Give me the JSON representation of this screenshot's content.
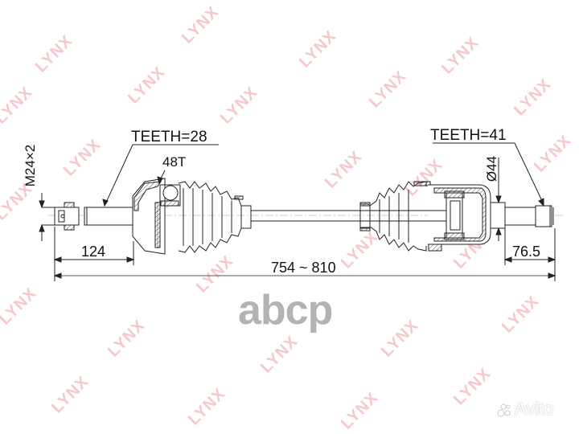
{
  "diagram": {
    "type": "cv-drive-shaft-technical-drawing",
    "brand_watermark": "LYNX",
    "labels": {
      "thread": "M24×2",
      "outer_teeth": "TEETH=28",
      "abs_ring": "48T",
      "inner_teeth": "TEETH=41",
      "inner_diameter": "Ø44",
      "outer_stub_length": "124",
      "inner_stub_length": "76.5",
      "total_length": "754 ~ 810"
    }
  },
  "overlays": {
    "center_logo": "abcp",
    "corner_logo": "Avito"
  },
  "colors": {
    "line": "#222222",
    "hatch": "#555555",
    "watermark": "#f3b6bc",
    "abcp": "#a6a6a6"
  }
}
